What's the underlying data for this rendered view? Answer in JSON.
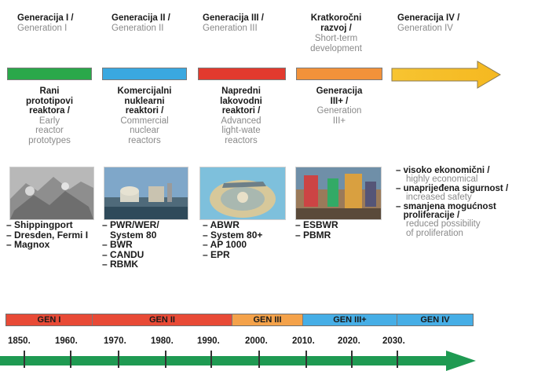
{
  "columns": [
    {
      "id": "gen1",
      "head_hr": "Generacija I /",
      "head_en": "Generation I",
      "bar_color": "#2aa84a",
      "desc_hr": [
        "Rani",
        "prototipovi",
        "reaktora /"
      ],
      "desc_en": [
        "Early",
        "reactor",
        "prototypes"
      ]
    },
    {
      "id": "gen2",
      "head_hr": "Generacija II /",
      "head_en": "Generation II",
      "bar_color": "#3aa8e0",
      "desc_hr": [
        "Komercijalni",
        "nuklearni",
        "reaktori /"
      ],
      "desc_en": [
        "Commercial",
        "nuclear",
        "reactors"
      ]
    },
    {
      "id": "gen3",
      "head_hr": "Generacija III /",
      "head_en": "Generation III",
      "bar_color": "#e23a2e",
      "desc_hr": [
        "Napredni",
        "lakovodni",
        "reaktori /"
      ],
      "desc_en": [
        "Advanced",
        "light-wate",
        "reactors"
      ]
    },
    {
      "id": "short",
      "head_hr": [
        "Kratkoročni",
        "razvoj /"
      ],
      "head_en": [
        "Short-term",
        "development"
      ],
      "bar_color": "#f2923a",
      "desc_hr": [
        "Generacija",
        "III+ /"
      ],
      "desc_en": [
        "Generation",
        "III+"
      ]
    },
    {
      "id": "gen4",
      "head_hr": "Generacija IV /",
      "head_en": "Generation IV",
      "bar_color": "#f7c431"
    }
  ],
  "reactor_lists": {
    "gen1": "– Shippingport\n– Dresden, Fermi I\n– Magnox",
    "gen2": "– PWR/WER/\n   System 80\n– BWR\n– CANDU\n– RBMK",
    "gen3": "– ABWR\n– System 80+\n– AP 1000\n– EPR",
    "short": "– ESBWR\n– PBMR"
  },
  "gen4_goals": [
    {
      "hr": "– visoko ekonomični /",
      "en": "highly economical"
    },
    {
      "hr": "– unaprijeđena sigurnost /",
      "en": "increased safety"
    },
    {
      "hr": "– smanjena mogućnost\n   proliferacije /",
      "en": "reduced possibility\nof proliferation"
    }
  ],
  "timeline": {
    "segments": [
      {
        "label": "GEN I",
        "color": "#e84a36"
      },
      {
        "label": "GEN II",
        "color": "#e84a36"
      },
      {
        "label": "GEN III",
        "color": "#f4a24a"
      },
      {
        "label": "GEN III+",
        "color": "#46aee6"
      },
      {
        "label": "GEN IV",
        "color": "#46aee6"
      }
    ],
    "years": [
      "1850.",
      "1960.",
      "1970.",
      "1980.",
      "1990.",
      "2000.",
      "2010.",
      "2020.",
      "2030."
    ]
  }
}
